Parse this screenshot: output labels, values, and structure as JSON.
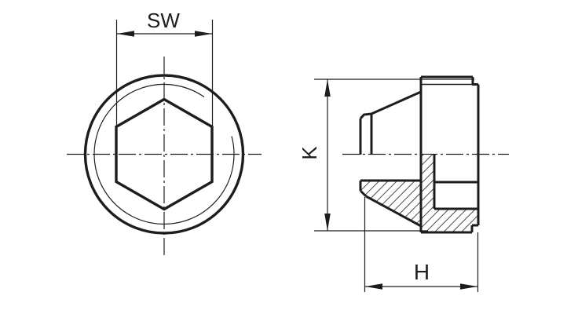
{
  "drawing": {
    "description": "technical-drawing-two-views",
    "dimensions": {
      "sw": {
        "label": "SW"
      },
      "k": {
        "label": "K"
      },
      "h": {
        "label": "H"
      }
    },
    "colors": {
      "line": "#1d1d1b",
      "background": "#ffffff"
    }
  }
}
